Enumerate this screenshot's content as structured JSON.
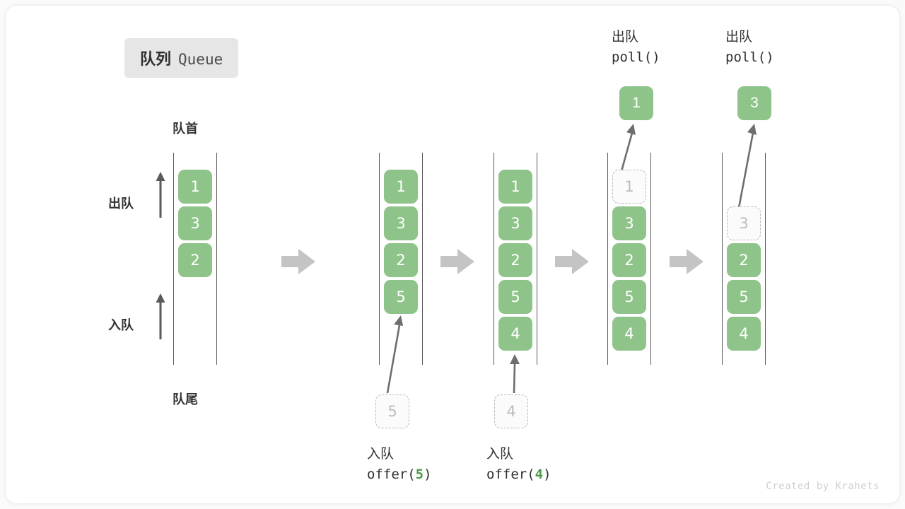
{
  "title": {
    "cn": "队列",
    "en": "Queue"
  },
  "labels": {
    "head": "队首",
    "tail": "队尾",
    "dequeue": "出队",
    "enqueue": "入队"
  },
  "colors": {
    "element": "#8ec489",
    "element_text": "#ffffff",
    "ghost_border": "#b9b9b9",
    "ghost_text": "#bdbdbd",
    "rail": "#5a5a5a",
    "step_arrow": "#c4c4c4",
    "accent_number": "#4e9a4a",
    "badge_bg": "#e6e6e6",
    "canvas": "#ffffff",
    "page_bg": "#fafafa"
  },
  "stages": [
    {
      "name": "initial",
      "cells": [
        {
          "value": "1",
          "ghost": false
        },
        {
          "value": "3",
          "ghost": false
        },
        {
          "value": "2",
          "ghost": false
        }
      ]
    },
    {
      "name": "after-offer-5",
      "cells": [
        {
          "value": "1",
          "ghost": false
        },
        {
          "value": "3",
          "ghost": false
        },
        {
          "value": "2",
          "ghost": false
        },
        {
          "value": "5",
          "ghost": false
        }
      ]
    },
    {
      "name": "after-offer-4",
      "cells": [
        {
          "value": "1",
          "ghost": false
        },
        {
          "value": "3",
          "ghost": false
        },
        {
          "value": "2",
          "ghost": false
        },
        {
          "value": "5",
          "ghost": false
        },
        {
          "value": "4",
          "ghost": false
        }
      ]
    },
    {
      "name": "poll-1",
      "cells": [
        {
          "value": "1",
          "ghost": true
        },
        {
          "value": "3",
          "ghost": false
        },
        {
          "value": "2",
          "ghost": false
        },
        {
          "value": "5",
          "ghost": false
        },
        {
          "value": "4",
          "ghost": false
        }
      ]
    },
    {
      "name": "poll-3",
      "cells": [
        {
          "value": "",
          "ghost": null
        },
        {
          "value": "3",
          "ghost": true
        },
        {
          "value": "2",
          "ghost": false
        },
        {
          "value": "5",
          "ghost": false
        },
        {
          "value": "4",
          "ghost": false
        }
      ]
    }
  ],
  "operations": {
    "offer5": {
      "line1": "入队",
      "call_prefix": "offer(",
      "call_num": "5",
      "call_suffix": ")",
      "ghost_value": "5"
    },
    "offer4": {
      "line1": "入队",
      "call_prefix": "offer(",
      "call_num": "4",
      "call_suffix": ")",
      "ghost_value": "4"
    },
    "poll1": {
      "line1": "出队",
      "call_prefix": "poll(",
      "call_num": "",
      "call_suffix": ")",
      "popped_value": "1"
    },
    "poll3": {
      "line1": "出队",
      "call_prefix": "poll(",
      "call_num": "",
      "call_suffix": ")",
      "popped_value": "3"
    }
  },
  "watermark": "Created by Krahets"
}
